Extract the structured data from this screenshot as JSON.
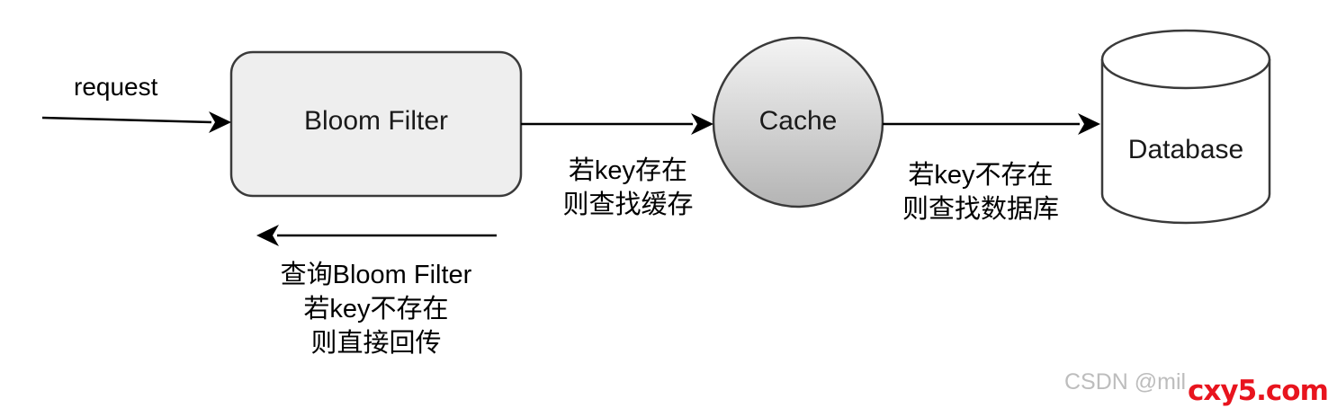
{
  "nodes": {
    "bloom_filter": "Bloom Filter",
    "cache": "Cache",
    "database": "Database"
  },
  "edges": {
    "request": "request",
    "to_cache": [
      "若key存在",
      "则查找缓存"
    ],
    "to_database": [
      "若key不存在",
      "则查找数据库"
    ],
    "return": [
      "查询Bloom Filter",
      "若key不存在",
      "则直接回传"
    ]
  },
  "watermark": {
    "text": "CSDN @mil",
    "brand": "cxy5.com"
  },
  "colors": {
    "bloom_fill": "#eeeeee",
    "cache_fill_top": "#f4f4f4",
    "cache_fill_bottom": "#b4b4b4",
    "database_fill": "#ffffff",
    "stroke": "#3a3a3a",
    "brand": "#e8141e"
  }
}
